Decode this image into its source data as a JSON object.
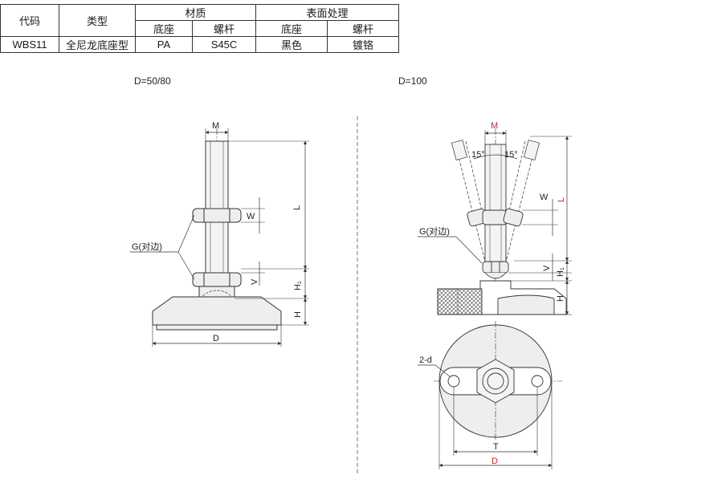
{
  "table": {
    "header_code": "代码",
    "header_type": "类型",
    "header_material": "材质",
    "header_surface": "表面处理",
    "sub_base_1": "底座",
    "sub_screw_1": "螺杆",
    "sub_base_2": "底座",
    "sub_screw_2": "螺杆",
    "code": "WBS11",
    "type": "全尼龙底座型",
    "material_base": "PA",
    "material_screw": "S45C",
    "surface_base": "黑色",
    "surface_screw": "镀铬"
  },
  "captions": {
    "left": "D=50/80",
    "right": "D=100"
  },
  "left_labels": {
    "M": "M",
    "W": "W",
    "L": "L",
    "V": "V",
    "H1": "H₁",
    "H": "H",
    "D": "D",
    "G": "G(对边)"
  },
  "right_labels": {
    "M": "M",
    "angle_left": "15°",
    "angle_right": "15°",
    "W": "W",
    "L": "L",
    "G": "G(对边)",
    "V": "V",
    "H1": "H₁",
    "H": "H",
    "d": "2-d",
    "T": "T",
    "D": "D"
  },
  "colors": {
    "red_label": "#cc2222",
    "line": "#333333",
    "fill_light": "#eeeeee",
    "hatch": "#444444"
  }
}
